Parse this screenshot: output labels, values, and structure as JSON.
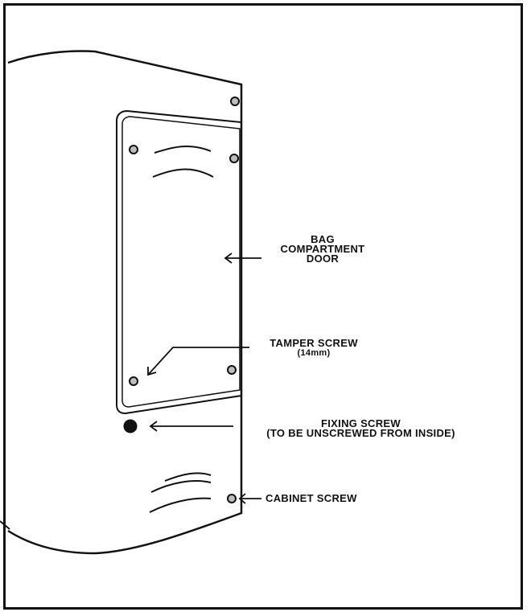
{
  "labels": {
    "bag_door_line1": "BAG",
    "bag_door_line2": "COMPARTMENT",
    "bag_door_line3": "DOOR",
    "tamper_line1": "TAMPER SCREW",
    "tamper_line2": "(14mm)",
    "fixing_line1": "FIXING SCREW",
    "fixing_line2": "(TO BE UNSCREWED FROM INSIDE)",
    "cabinet": "CABINET SCREW"
  },
  "colors": {
    "ink": "#111111",
    "screw_fill": "#bdbdbd",
    "background": "#ffffff"
  }
}
